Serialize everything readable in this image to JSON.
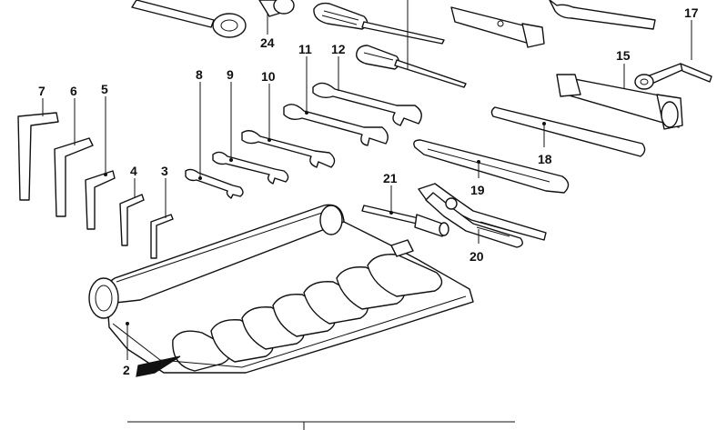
{
  "labels": {
    "l2": "2",
    "l3": "3",
    "l4": "4",
    "l5": "5",
    "l6": "6",
    "l7": "7",
    "l8": "8",
    "l9": "9",
    "l10": "10",
    "l11": "11",
    "l12": "12",
    "l15": "15",
    "l17": "17",
    "l18": "18",
    "l19": "19",
    "l20": "20",
    "l21": "21",
    "l24": "24"
  }
}
